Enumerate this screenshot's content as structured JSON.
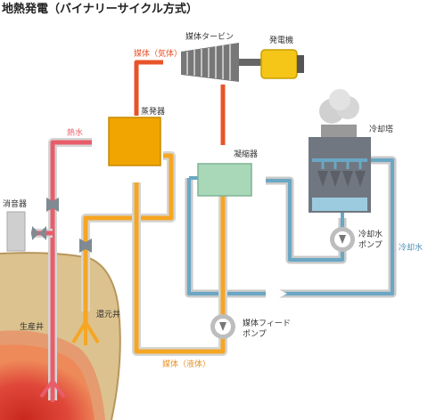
{
  "title": "地熱発電（バイナリーサイクル方式）",
  "labels": {
    "turbine": "媒体タービン",
    "generator": "発電機",
    "vapor_medium": "媒体（気体）",
    "evaporator": "蒸発器",
    "hot_water": "熱水",
    "condenser": "凝縮器",
    "cooling_tower": "冷却塔",
    "silencer": "消音器",
    "cw_pump_line1": "冷却水",
    "cw_pump_line2": "ポンプ",
    "cooling_water": "冷却水",
    "return_well": "還元井",
    "production_well": "生産井",
    "feed_pump_line1": "媒体フィード",
    "feed_pump_line2": "ポンプ",
    "liquid_medium": "媒体（液体）"
  },
  "colors": {
    "hot_water": "#e85d6a",
    "medium_vapor": "#e8542a",
    "medium_liquid": "#f5a623",
    "cooling_water": "#6aa7c4",
    "evaporator": "#f0a500",
    "condenser": "#a8d8b8",
    "generator": "#f5c518",
    "earth": "#d9b98a",
    "magma": "#d9342b"
  }
}
